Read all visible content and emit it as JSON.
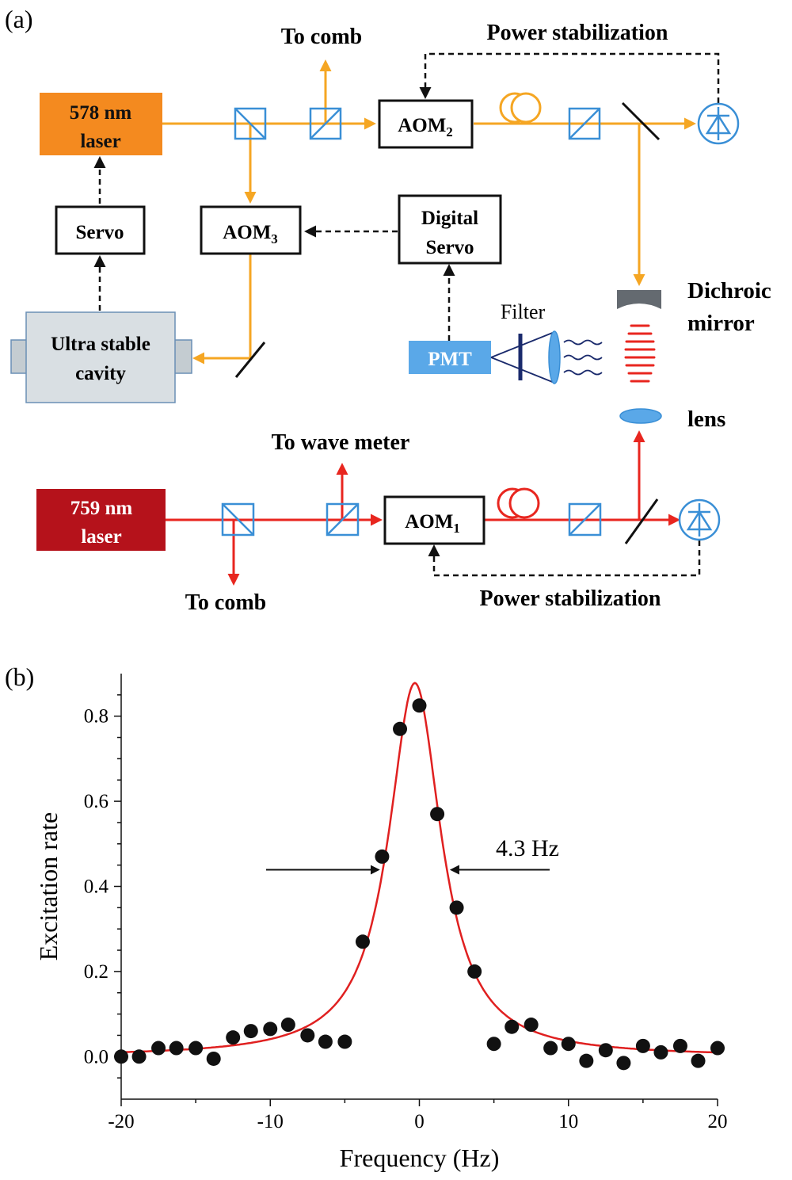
{
  "panel_a": {
    "panel_label": "(a)",
    "laser_578": [
      "578 nm",
      "laser"
    ],
    "laser_759": [
      "759 nm",
      "laser"
    ],
    "servo": "Servo",
    "cavity": [
      "Ultra stable",
      "cavity"
    ],
    "aom2": {
      "base": "AOM",
      "sub": "2"
    },
    "aom3": {
      "base": "AOM",
      "sub": "3"
    },
    "aom1": {
      "base": "AOM",
      "sub": "1"
    },
    "digital_servo": [
      "Digital",
      "Servo"
    ],
    "pmt": "PMT",
    "filter": "Filter",
    "to_comb_top": "To comb",
    "to_comb_bottom": "To comb",
    "to_wave_meter": "To wave meter",
    "power_stab_top": "Power stabilization",
    "power_stab_bottom": "Power stabilization",
    "dichroic": [
      "Dichroic",
      "mirror"
    ],
    "lens": "lens",
    "colors": {
      "orange_beam": "#f5a623",
      "red_beam": "#e8261f",
      "laser_578_fill": "#f48a1f",
      "laser_759_fill": "#b5121b",
      "optic_blue": "#3a8fd6",
      "pmt_fill": "#5aa8e8",
      "cavity_fill": "#d9dfe3"
    }
  },
  "panel_b": {
    "panel_label": "(b)",
    "annotation": "4.3 Hz",
    "chart_data": {
      "type": "scatter",
      "xlabel": "Frequency (Hz)",
      "ylabel": "Excitation rate",
      "xlim": [
        -20,
        20
      ],
      "ylim": [
        -0.1,
        0.9
      ],
      "xticks": [
        "-20",
        "-10",
        "0",
        "10",
        "20"
      ],
      "yticks": [
        "0.0",
        "0.2",
        "0.4",
        "0.6",
        "0.8"
      ],
      "xtick_values": [
        -20,
        -10,
        0,
        10,
        20
      ],
      "ytick_values": [
        0,
        0.2,
        0.4,
        0.6,
        0.8
      ],
      "points": {
        "x": [
          -20.0,
          -18.8,
          -17.5,
          -16.3,
          -15.0,
          -13.8,
          -12.5,
          -11.3,
          -10.0,
          -8.8,
          -7.5,
          -6.3,
          -5.0,
          -3.8,
          -2.5,
          -1.3,
          0.0,
          1.2,
          2.5,
          3.7,
          5.0,
          6.2,
          7.5,
          8.8,
          10.0,
          11.2,
          12.5,
          13.7,
          15.0,
          16.2,
          17.5,
          18.7,
          20.0
        ],
        "y": [
          0.0,
          0.0,
          0.02,
          0.02,
          0.02,
          -0.005,
          0.045,
          0.06,
          0.065,
          0.075,
          0.05,
          0.035,
          0.035,
          0.27,
          0.47,
          0.77,
          0.825,
          0.57,
          0.35,
          0.2,
          0.03,
          0.07,
          0.075,
          0.02,
          0.03,
          -0.01,
          0.015,
          -0.015,
          0.025,
          0.01,
          0.025,
          -0.01,
          0.02
        ]
      },
      "fit": {
        "model": "lorentzian",
        "center": -0.3,
        "fwhm": 4.3,
        "amplitude": 0.878,
        "color": "#e02020"
      },
      "point_color": "#111111"
    }
  }
}
